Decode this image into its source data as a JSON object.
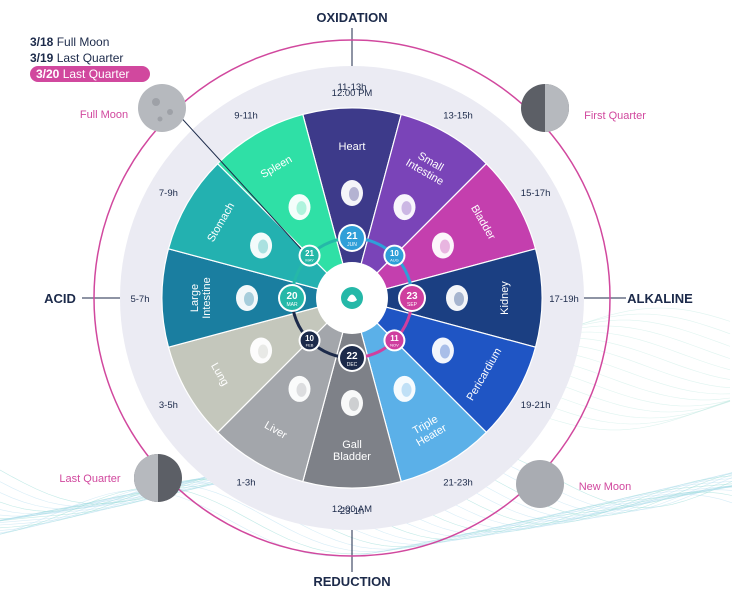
{
  "axes": {
    "top": "OXIDATION",
    "bottom": "REDUCTION",
    "left": "ACID",
    "right": "ALKALINE"
  },
  "legend": [
    {
      "date": "3/18",
      "phase": "Full Moon",
      "highlight": false
    },
    {
      "date": "3/19",
      "phase": "Last Quarter",
      "highlight": false
    },
    {
      "date": "3/20",
      "phase": "Last Quarter",
      "highlight": true
    }
  ],
  "moons": [
    {
      "label": "Full Moon",
      "phase": "full"
    },
    {
      "label": "First Quarter",
      "phase": "first-quarter"
    },
    {
      "label": "Last Quarter",
      "phase": "last-quarter"
    },
    {
      "label": "New Moon",
      "phase": "new"
    }
  ],
  "organs": [
    {
      "label": "Heart",
      "time": "11-13h",
      "color": "#3d3a8a",
      "icon": "heart-icon"
    },
    {
      "label": "Small Intestine",
      "time": "13-15h",
      "color": "#7a44b8",
      "icon": "intestine-icon"
    },
    {
      "label": "Bladder",
      "time": "15-17h",
      "color": "#c43fae",
      "icon": "bladder-icon"
    },
    {
      "label": "Kidney",
      "time": "17-19h",
      "color": "#1b3f82",
      "icon": "kidney-icon"
    },
    {
      "label": "Pericardium",
      "time": "19-21h",
      "color": "#1f55c4",
      "icon": "body-icon"
    },
    {
      "label": "Triple Heater",
      "time": "21-23h",
      "color": "#5bb0e8",
      "icon": "body-icon"
    },
    {
      "label": "Gall Bladder",
      "time": "23-1h",
      "color": "#7e8188",
      "icon": "gallbladder-icon"
    },
    {
      "label": "Liver",
      "time": "1-3h",
      "color": "#a3a6ab",
      "icon": "liver-icon"
    },
    {
      "label": "Lung",
      "time": "3-5h",
      "color": "#c4c7bc",
      "icon": "lungs-icon"
    },
    {
      "label": "Large Intestine",
      "time": "5-7h",
      "color": "#1a7ea0",
      "icon": "intestine-icon"
    },
    {
      "label": "Stomach",
      "time": "7-9h",
      "color": "#23b1b0",
      "icon": "stomach-icon"
    },
    {
      "label": "Spleen",
      "time": "9-11h",
      "color": "#2fe0a6",
      "icon": "spleen-icon"
    }
  ],
  "clock": {
    "noon": "12:00 PM",
    "midnight": "12:00 AM"
  },
  "inner_ring": [
    {
      "day": "21",
      "month": "JUN",
      "color": "#2f9fd8"
    },
    {
      "day": "10",
      "month": "AUG",
      "color": "#2f9fd8"
    },
    {
      "day": "23",
      "month": "SEP",
      "color": "#cf3f9f"
    },
    {
      "day": "11",
      "month": "NOV",
      "color": "#cf3f9f"
    },
    {
      "day": "22",
      "month": "DEC",
      "color": "#1c2a4a"
    },
    {
      "day": "10",
      "month": "FEB",
      "color": "#1c2a4a"
    },
    {
      "day": "20",
      "month": "MAR",
      "color": "#25b8a8"
    },
    {
      "day": "21",
      "month": "MAY",
      "color": "#25b8a8"
    }
  ],
  "colors": {
    "navy": "#1c2a4a",
    "magenta": "#d1489e",
    "ring": "#ebebf3",
    "moon": "#a9acb2"
  }
}
